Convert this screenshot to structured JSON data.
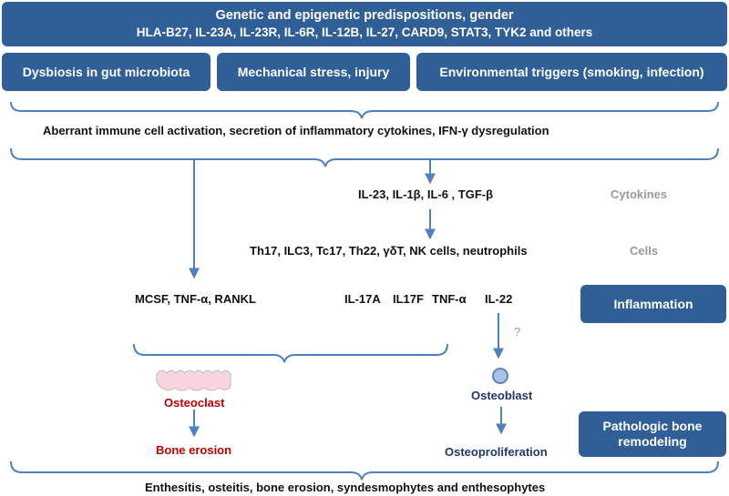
{
  "top_box": {
    "line1": "Genetic and epigenetic predispositions, gender",
    "line2": "HLA-B27,  IL-23A, IL-23R, IL-6R, IL-12B, IL-27, CARD9, STAT3, TYK2 and others"
  },
  "triggers": [
    "Dysbiosis in gut microbiota",
    "Mechanical stress, injury",
    "Environmental triggers (smoking, infection)"
  ],
  "activation": "Aberrant immune cell activation, secretion of inflammatory cytokines, IFN-γ dysregulation",
  "cytokines": "IL-23, IL-1β, IL-6 , TGF-β",
  "cytokines_label": "Cytokines",
  "cells": "Th17, ILC3, Tc17, Th22, γδT, NK cells, neutrophils",
  "cells_label": "Cells",
  "osteoclast_mediators": "MCSF, TNF-α, RANKL",
  "il17a": "IL-17A",
  "il17f": "IL17F",
  "tnfa": "TNF-α",
  "il22": "IL-22",
  "inflammation": "Inflammation",
  "question": "?",
  "osteoclast": "Osteoclast",
  "osteoblast": "Osteoblast",
  "bone_erosion": "Bone erosion",
  "osteoproliferation": "Osteoproliferation",
  "pathologic": {
    "line1": "Pathologic bone",
    "line2": "remodeling"
  },
  "outcome": "Enthesitis, osteitis, bone erosion, syndesmophytes and enthesophytes",
  "colors": {
    "box": "#2f5f96",
    "arrow": "#4f81bd",
    "osteoclast": "#c00000",
    "osteoblast": "#1f3864",
    "label_grey": "#9a9a9a"
  }
}
